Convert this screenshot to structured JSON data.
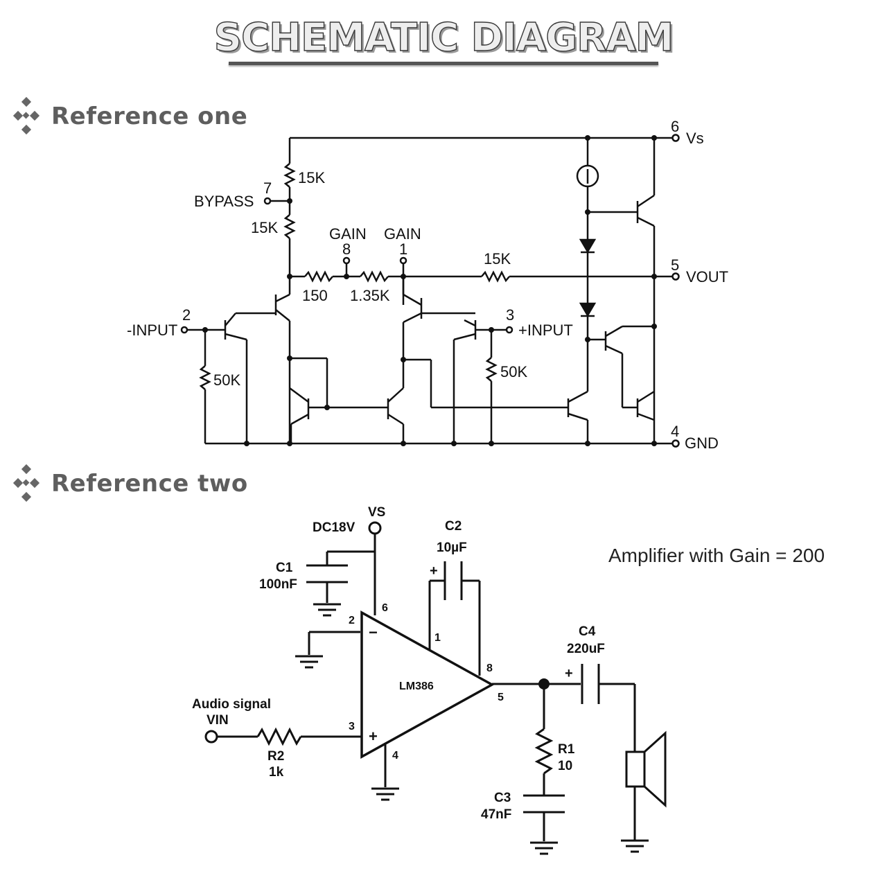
{
  "title": "SCHEMATIC DIAGRAM",
  "sections": [
    {
      "heading": "Reference one"
    },
    {
      "heading": "Reference two"
    }
  ],
  "ref1": {
    "pins": {
      "vs_num": "6",
      "vs": "Vs",
      "vout_num": "5",
      "vout": "VOUT",
      "gnd_num": "4",
      "gnd": "GND",
      "bypass_num": "7",
      "bypass": "BYPASS",
      "gain8_label": "GAIN",
      "gain8_num": "8",
      "gain1_label": "GAIN",
      "gain1_num": "1",
      "ninput_num": "2",
      "ninput": "-INPUT",
      "pinput_num": "3",
      "pinput": "+INPUT"
    },
    "resistors": {
      "r_top": "15K",
      "r_bypass": "15K",
      "r150": "150",
      "r1k35": "1.35K",
      "r_fb": "15K",
      "r_nin": "50K",
      "r_pin": "50K"
    }
  },
  "ref2": {
    "vs": "VS",
    "supply": "DC18V",
    "c1_name": "C1",
    "c1_value": "100nF",
    "c2_name": "C2",
    "c2_value": "10µF",
    "c3_name": "C3",
    "c3_value": "47nF",
    "c4_name": "C4",
    "c4_value": "220uF",
    "r1_name": "R1",
    "r1_value": "10",
    "r2_name": "R2",
    "r2_value": "1k",
    "ic": "LM386",
    "input_label": "Audio signal",
    "vin": "VIN",
    "minus": "−",
    "plus": "+",
    "pin1": "1",
    "pin2": "2",
    "pin3": "3",
    "pin4": "4",
    "pin5": "5",
    "pin6": "6",
    "pin8": "8",
    "annotation": "Amplifier with Gain = 200"
  },
  "colors": {
    "heading": "#5e5e5e",
    "wire": "#111111",
    "title_fill": "#eeeeee"
  }
}
